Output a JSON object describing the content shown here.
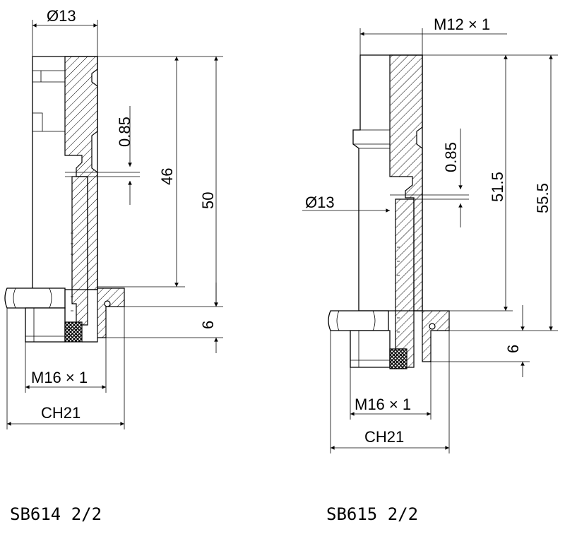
{
  "left": {
    "dim_top_diameter": "Ø13",
    "dim_046": "0.85",
    "dim_46": "46",
    "dim_50": "50",
    "dim_6": "6",
    "dim_thread": "M16 × 1",
    "dim_hex": "CH21",
    "caption": "SB614 2/2"
  },
  "right": {
    "dim_top_thread": "M12 × 1",
    "dim_085": "0.85",
    "dim_diameter": "Ø13",
    "dim_515": "51.5",
    "dim_555": "55.5",
    "dim_6": "6",
    "dim_thread": "M16 × 1",
    "dim_hex": "CH21",
    "caption": "SB615 2/2"
  }
}
